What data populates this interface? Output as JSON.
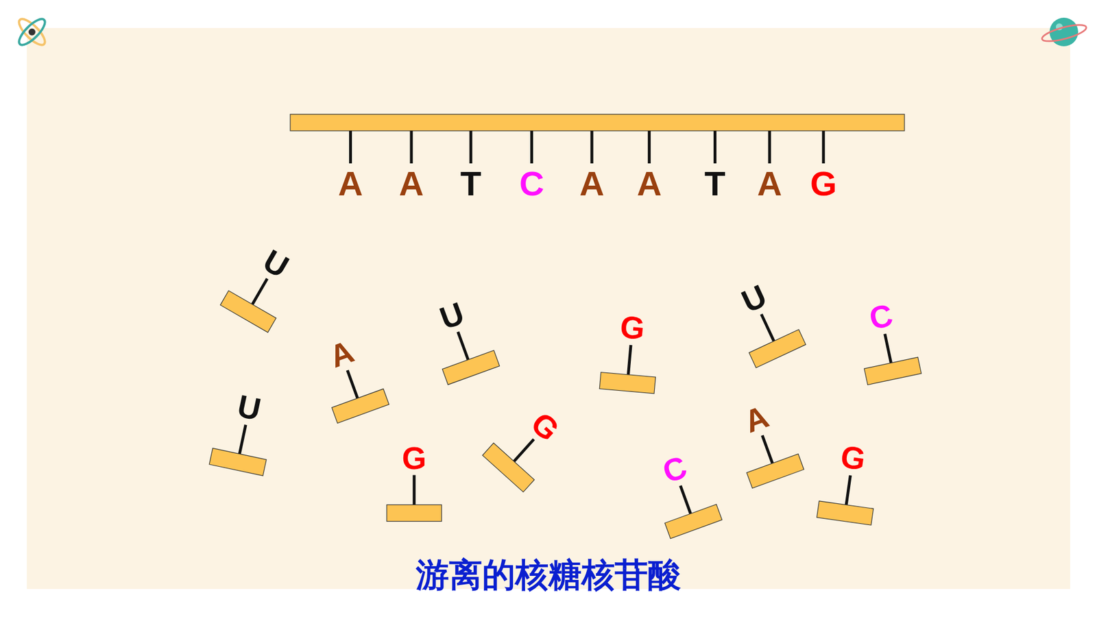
{
  "diagram": {
    "caption": "游离的核糖核苷酸",
    "labels": [
      "A",
      "A",
      "T",
      "C",
      "A",
      "A",
      "T",
      "A",
      "G",
      "U",
      "U",
      "C",
      "G",
      "A",
      "U",
      "U",
      "G",
      "A",
      "C",
      "G",
      "G"
    ]
  }
}
